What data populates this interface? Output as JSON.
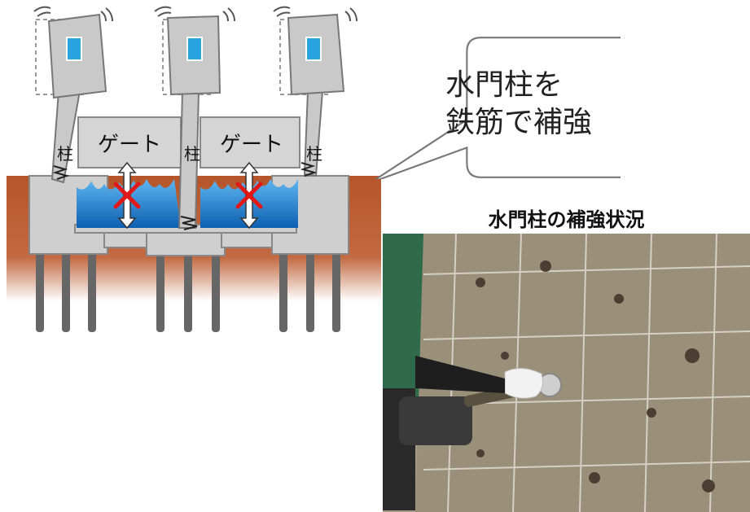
{
  "diagram": {
    "gate_label": "ゲート",
    "pillar_label": "柱"
  },
  "callout": {
    "line1": "水門柱を",
    "line2": "鉄筋で補強"
  },
  "photo": {
    "title": "水門柱の補強状況"
  },
  "colors": {
    "ground_brown": "#b5552a",
    "water_blue": "#1f6fbf",
    "concrete_gray": "#c8c8c8",
    "cross_red": "#e01818",
    "window_blue": "#2aa3e0"
  },
  "icons": [
    "pillar-icon",
    "gate-icon",
    "water-icon",
    "cross-icon",
    "double-arrow-icon",
    "shake-lines-icon",
    "pile-icon"
  ]
}
